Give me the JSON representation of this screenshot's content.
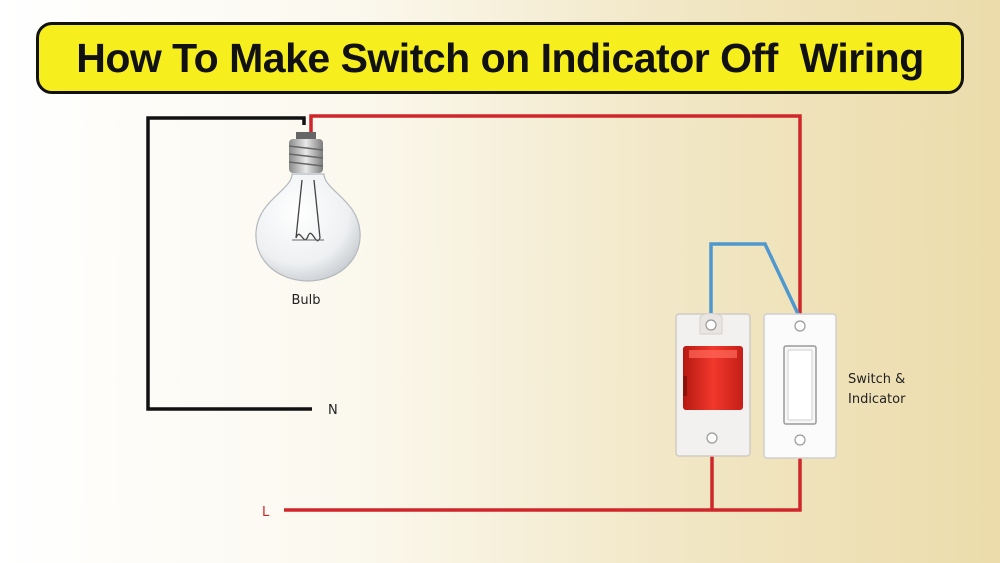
{
  "title": "How To Make Switch on Indicator Off  Wiring",
  "labels": {
    "bulb": "Bulb",
    "neutral": "N",
    "line": "L",
    "switch_line1": "Switch &",
    "switch_line2": "Indicator"
  },
  "colors": {
    "title_bg": "#f7ee1e",
    "neutral_wire": "#111111",
    "live_wire": "#d0262b",
    "link_wire": "#4f97cf",
    "indicator": "#e02a22"
  }
}
